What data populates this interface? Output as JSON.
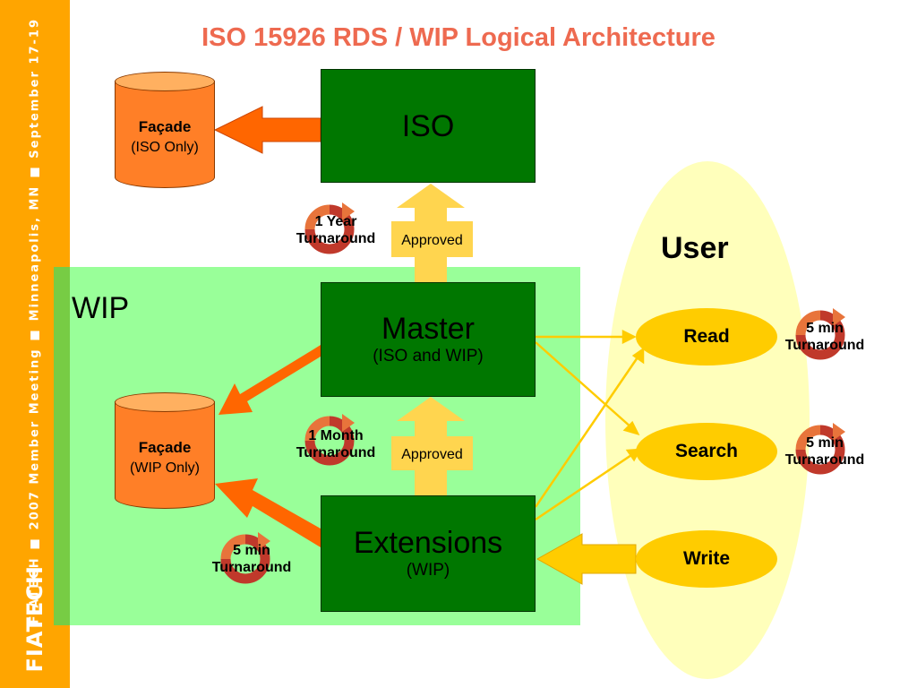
{
  "sidebar": {
    "text": "FIATECH  ■  2007 Member Meeting  ■  Minneapolis, MN  ■  September 17-19",
    "logo": "FIATECH",
    "color": "#FFA500"
  },
  "title": "ISO 15926 RDS / WIP Logical Architecture",
  "regions": {
    "wip_label": "WIP",
    "user_label": "User"
  },
  "boxes": {
    "iso": {
      "title": "ISO"
    },
    "master": {
      "title": "Master",
      "subtitle": "(ISO and WIP)"
    },
    "extensions": {
      "title": "Extensions",
      "subtitle": "(WIP)"
    }
  },
  "facades": {
    "iso": {
      "title": "Façade",
      "subtitle": "(ISO Only)"
    },
    "wip": {
      "title": "Façade",
      "subtitle": "(WIP Only)"
    }
  },
  "approvals": {
    "upper": "Approved",
    "lower": "Approved"
  },
  "cycles": {
    "iso_cycle": {
      "line1": "1 Year",
      "line2": "Turnaround"
    },
    "master_cycle": {
      "line1": "1 Month",
      "line2": "Turnaround"
    },
    "wip_facade_cycle": {
      "line1": "5 min",
      "line2": "Turnaround"
    },
    "read_cycle": {
      "line1": "5 min",
      "line2": "Turnaround"
    },
    "search_cycle": {
      "line1": "5 min",
      "line2": "Turnaround"
    }
  },
  "user_actions": {
    "read": "Read",
    "search": "Search",
    "write": "Write"
  },
  "colors": {
    "title": "#EE6A50",
    "box_green": "#007700",
    "wip_region": "#99FF99",
    "user_region": "#FFFFBB",
    "facade_orange": "#FF7F27",
    "approval_arrow": "#FFD54F",
    "pill_yellow": "#FFCC00",
    "flow_orange": "#FF6600",
    "cycle_red": "#CC2200"
  }
}
